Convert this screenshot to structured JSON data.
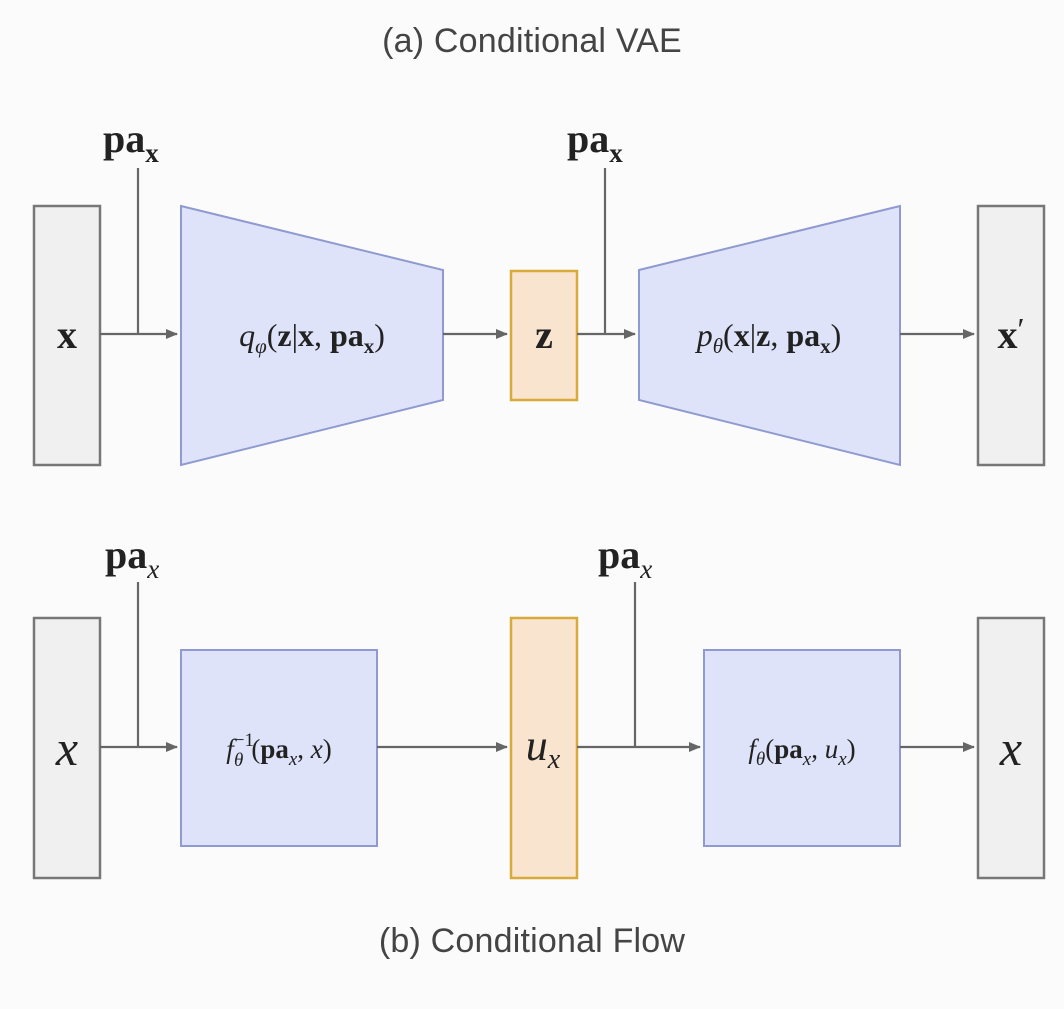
{
  "captions": {
    "top": "(a) Conditional VAE",
    "bottom": "(b) Conditional Flow"
  },
  "colors": {
    "io_fill": "#f0f0f0",
    "io_stroke": "#777777",
    "net_fill": "#dfe3f9",
    "net_stroke": "#8f9ad0",
    "latent_fill": "#f8e4cf",
    "latent_stroke": "#d8aa3a",
    "arrow": "#666666"
  },
  "vae": {
    "input": {
      "base": "x"
    },
    "parent_left": {
      "base": "pa",
      "sub": "x"
    },
    "parent_right": {
      "base": "pa",
      "sub": "x"
    },
    "encoder": {
      "fn": "q",
      "fn_sub": "φ",
      "open": "(",
      "a1": "z",
      "bar": "|",
      "a2": "x",
      "comma": ", ",
      "a3": "pa",
      "a3_sub": "x",
      "close": ")"
    },
    "latent": {
      "base": "z"
    },
    "decoder": {
      "fn": "p",
      "fn_sub": "θ",
      "open": "(",
      "a1": "x",
      "bar": "|",
      "a2": "z",
      "comma": ", ",
      "a3": "pa",
      "a3_sub": "x",
      "close": ")"
    },
    "output": {
      "base": "x",
      "prime": "′"
    }
  },
  "flow": {
    "input": {
      "base": "x"
    },
    "parent_left": {
      "base": "pa",
      "sub": "x"
    },
    "parent_right": {
      "base": "pa",
      "sub": "x"
    },
    "inverse": {
      "fn": "f",
      "fn_sub": "θ",
      "fn_sup": "−1",
      "open": "(",
      "a1": "pa",
      "a1_sub": "x",
      "comma": ", ",
      "a2": "x",
      "close": ")"
    },
    "latent": {
      "base": "u",
      "sub": "x"
    },
    "forward": {
      "fn": "f",
      "fn_sub": "θ",
      "open": "(",
      "a1": "pa",
      "a1_sub": "x",
      "comma": ", ",
      "a2": "u",
      "a2_sub": "x",
      "close": ")"
    },
    "output": {
      "base": "x"
    }
  }
}
